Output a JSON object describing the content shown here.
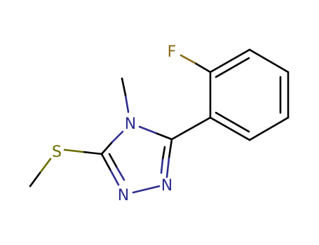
{
  "molecule": {
    "atoms": {
      "fluorine": {
        "symbol": "F",
        "color": "#8B6914"
      },
      "sulfur": {
        "symbol": "S",
        "color": "#6B6B00"
      },
      "n4": {
        "symbol": "N",
        "color": "#2E2E8F"
      },
      "n1": {
        "symbol": "N",
        "color": "#2E2E8F"
      },
      "n2": {
        "symbol": "N",
        "color": "#2E2E8F"
      }
    },
    "bond_color": "#000000"
  }
}
